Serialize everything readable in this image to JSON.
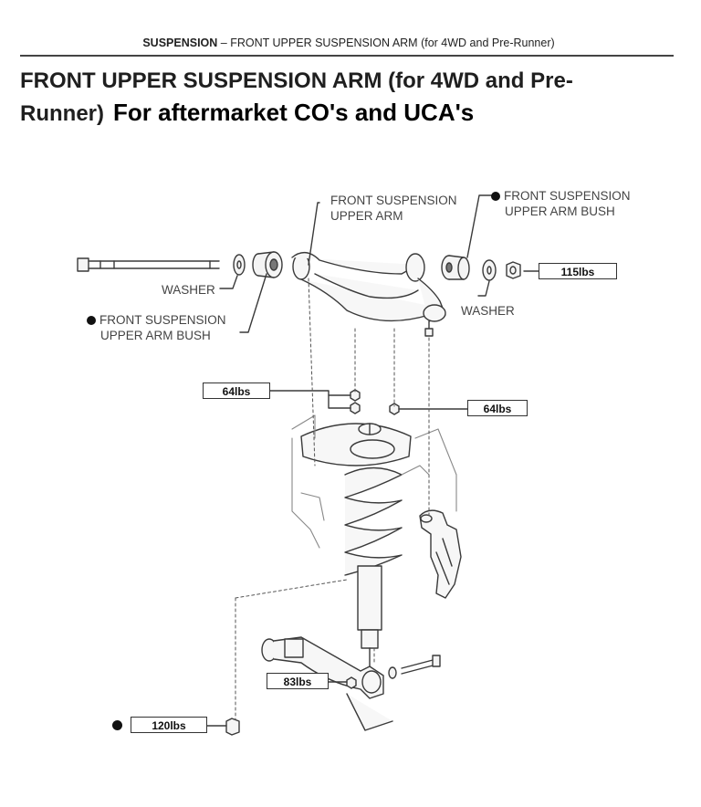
{
  "header": {
    "section": "SUSPENSION",
    "separator": "–",
    "subtitle": "FRONT UPPER SUSPENSION ARM (for 4WD and Pre-Runner)"
  },
  "title": {
    "line1": "FRONT UPPER SUSPENSION ARM (for 4WD and Pre-",
    "line2": "Runner)",
    "note": "For aftermarket CO's and UCA's"
  },
  "labels": {
    "upper_arm_l1": "FRONT SUSPENSION",
    "upper_arm_l2": "UPPER ARM",
    "bush_right_l1": "FRONT SUSPENSION",
    "bush_right_l2": "UPPER ARM BUSH",
    "washer_left": "WASHER",
    "washer_right": "WASHER",
    "bush_left_l1": "FRONT SUSPENSION",
    "bush_left_l2": "UPPER ARM BUSH"
  },
  "torque": {
    "nut_arm_bolt": "115lbs",
    "mount_nuts_left": "64lbs",
    "mount_nut_right": "64lbs",
    "lower_bolt": "83lbs",
    "lower_nut": "120lbs"
  },
  "colors": {
    "line": "#333333",
    "part_stroke": "#3a3a3a",
    "part_fill": "#f4f4f4"
  }
}
